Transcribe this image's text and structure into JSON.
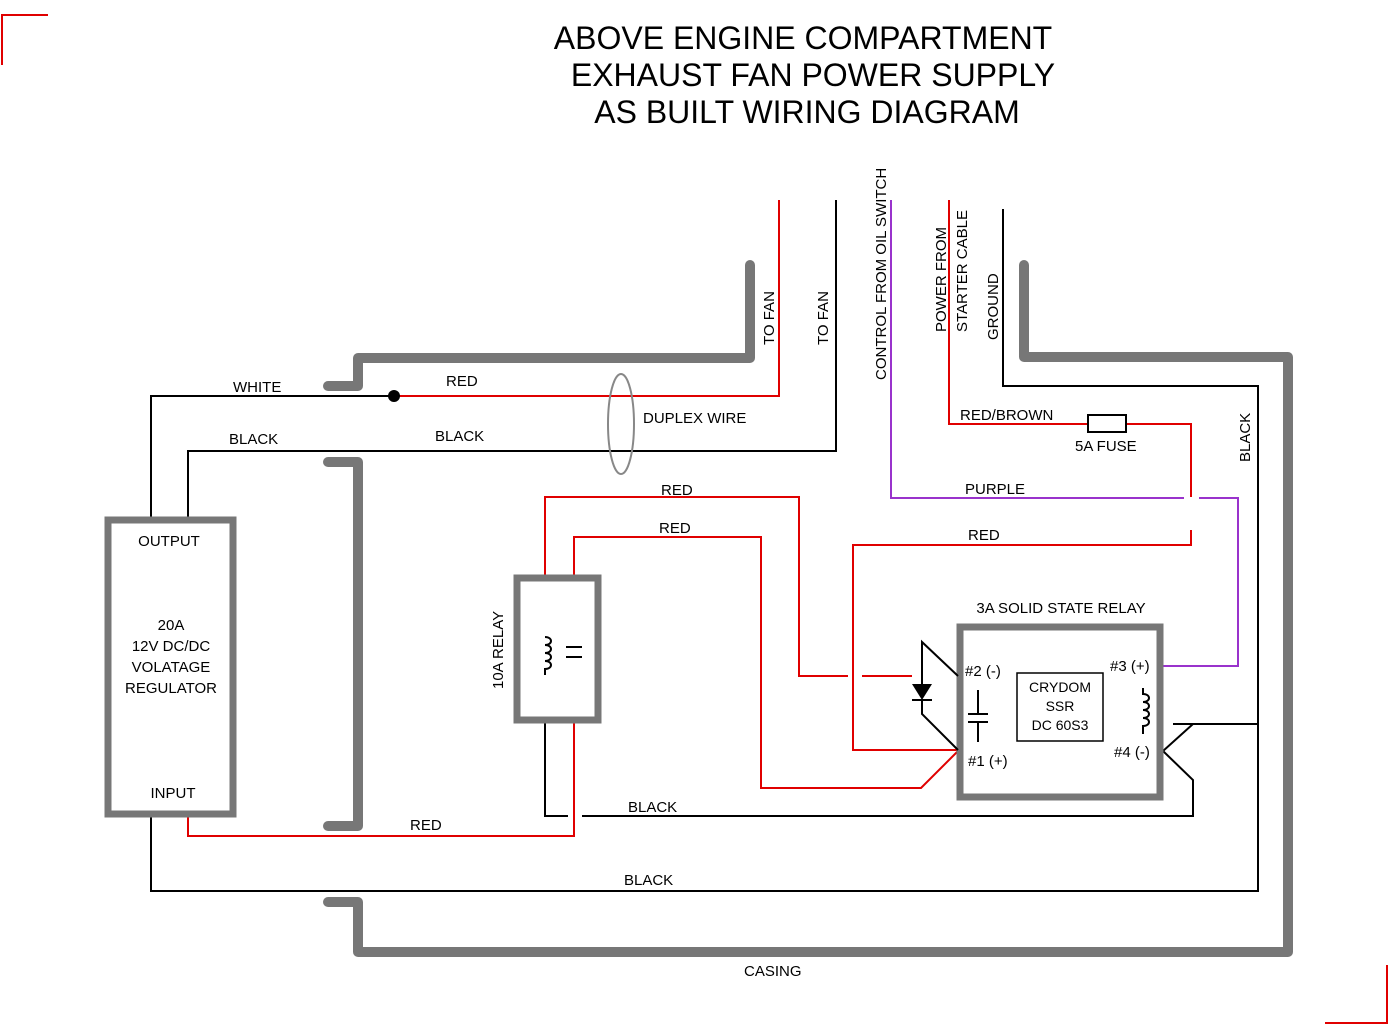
{
  "title": {
    "line1": "ABOVE ENGINE COMPARTMENT",
    "line2": "EXHAUST FAN POWER SUPPLY",
    "line3": "AS BUILT WIRING DIAGRAM"
  },
  "colors": {
    "red_wire": "#e00000",
    "black_wire": "#000000",
    "purple_wire": "#9933cc",
    "casing": "#777777",
    "corner_marks": "#e00000"
  },
  "wire_labels": {
    "white": "WHITE",
    "red_top": "RED",
    "black_left": "BLACK",
    "black_mid": "BLACK",
    "duplex": "DUPLEX WIRE",
    "to_fan_1": "TO FAN",
    "to_fan_2": "TO FAN",
    "control_oil": "CONTROL FROM OIL SWITCH",
    "power_from": "POWER FROM",
    "starter_cable": "STARTER CABLE",
    "ground": "GROUND",
    "red_brown": "RED/BROWN",
    "fuse": "5A FUSE",
    "black_right": "BLACK",
    "purple": "PURPLE",
    "red_relay1": "RED",
    "red_relay2": "RED",
    "red_ssr": "RED",
    "black_bottom1": "BLACK",
    "red_bottom": "RED",
    "black_bottom2": "BLACK",
    "casing": "CASING"
  },
  "regulator": {
    "output": "OUTPUT",
    "line1": "20A",
    "line2": "12V DC/DC",
    "line3": "VOLATAGE",
    "line4": "REGULATOR",
    "input": "INPUT"
  },
  "relay10a": {
    "label": "10A RELAY"
  },
  "ssr": {
    "title": "3A SOLID STATE RELAY",
    "pin2": "#2 (-)",
    "pin3": "#3 (+)",
    "pin1": "#1 (+)",
    "pin4": "#4 (-)",
    "brand": "CRYDOM",
    "type": "SSR",
    "model": "DC 60S3"
  }
}
